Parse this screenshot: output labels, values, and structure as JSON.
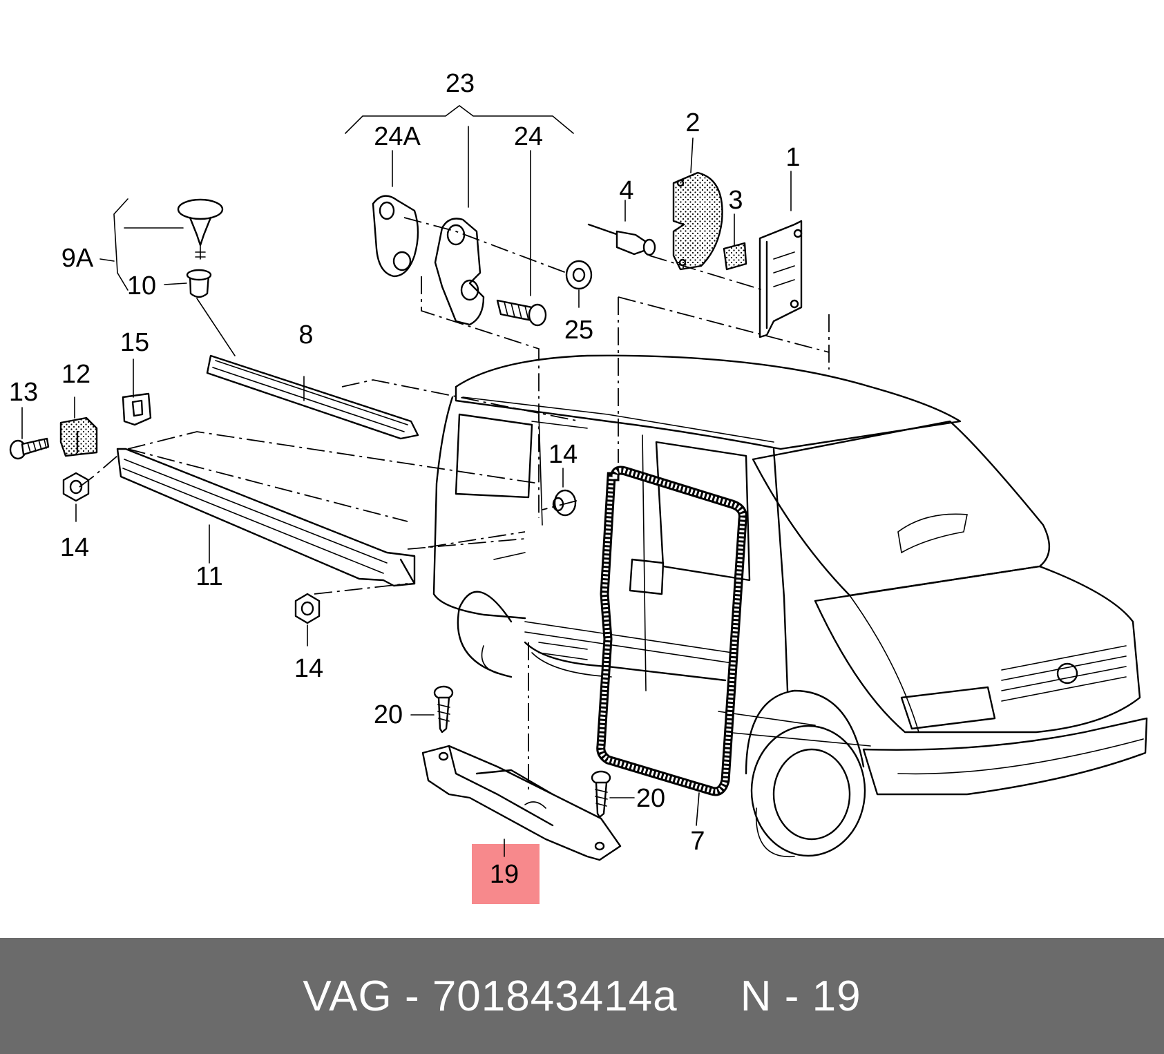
{
  "callouts": {
    "c1": "1",
    "c2": "2",
    "c3": "3",
    "c4": "4",
    "c7": "7",
    "c8": "8",
    "c9A": "9A",
    "c10": "10",
    "c11": "11",
    "c12": "12",
    "c13": "13",
    "c14a": "14",
    "c14b": "14",
    "c14c": "14",
    "c15": "15",
    "c19": "19",
    "c20a": "20",
    "c20b": "20",
    "c23": "23",
    "c24": "24",
    "c24A": "24A",
    "c25": "25"
  },
  "highlight": {
    "part": "19",
    "color": "#f7898c"
  },
  "footer": {
    "text": "VAG - 701843414a     N - 19",
    "background": "#6b6b6b",
    "text_color": "#ffffff"
  }
}
